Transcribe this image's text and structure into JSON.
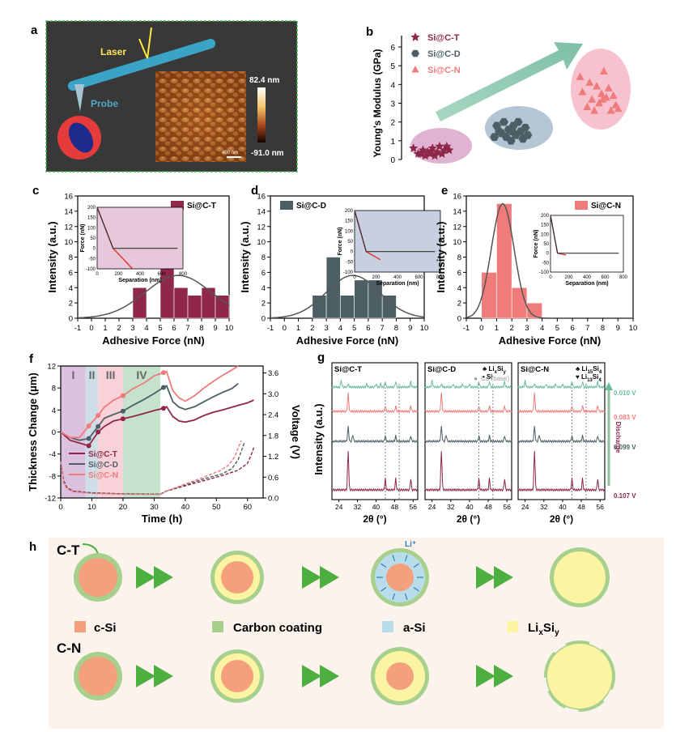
{
  "colors": {
    "t": "#8e2748",
    "d": "#4b5f64",
    "n": "#ef7b7b",
    "ltgreen": "#a8d08d",
    "orange": "#f4a07c",
    "yellow": "#fdf4a3",
    "blue": "#b9dcea",
    "arrow": "#4caf3f"
  },
  "panel_a": {
    "label": "a",
    "laser": "Laser",
    "probe": "Probe",
    "cbar_max": "82.4 nm",
    "cbar_min": "-91.0 nm",
    "scale": "400 nm"
  },
  "panel_h": {
    "label": "h",
    "row1": "C-T",
    "row2": "C-N",
    "li": "Li⁺",
    "legend": [
      "c-Si",
      "Carbon coating",
      "a-Si"
    ],
    "legend_lixsiy": {
      "base": "Li",
      "x": "x",
      "mid": "Si",
      "y": "y"
    }
  },
  "chart_data": [
    {
      "id": "b",
      "label": "b",
      "type": "scatter",
      "ylabel": "Young's Modulus (GPa)",
      "ylim": [
        0,
        6
      ],
      "yticks": [
        "0",
        "1",
        "2",
        "3",
        "4",
        "5",
        "6"
      ],
      "series": [
        {
          "name": "Si@C-T",
          "marker": "star",
          "color": "#8e2748",
          "points": [
            [
              0.5,
              0.6
            ],
            [
              0.7,
              0.3
            ],
            [
              0.9,
              0.5
            ],
            [
              1.0,
              0.2
            ],
            [
              1.1,
              0.4
            ],
            [
              1.2,
              0.3
            ],
            [
              1.3,
              0.6
            ],
            [
              1.4,
              0.2
            ],
            [
              1.5,
              0.4
            ],
            [
              1.6,
              0.7
            ],
            [
              1.7,
              0.3
            ],
            [
              1.8,
              0.5
            ],
            [
              1.9,
              0.7
            ],
            [
              2.0,
              0.5
            ],
            [
              0.8,
              0.3
            ],
            [
              1.25,
              0.45
            ]
          ]
        },
        {
          "name": "Si@C-D",
          "marker": "hexagon",
          "color": "#4b5f64",
          "points": [
            [
              3.9,
              1.2
            ],
            [
              4.0,
              1.8
            ],
            [
              4.2,
              1.4
            ],
            [
              4.3,
              2.0
            ],
            [
              4.4,
              1.2
            ],
            [
              4.5,
              1.6
            ],
            [
              4.6,
              1.0
            ],
            [
              4.7,
              1.8
            ],
            [
              4.8,
              1.3
            ],
            [
              4.9,
              2.0
            ],
            [
              5.0,
              1.5
            ],
            [
              5.1,
              1.1
            ],
            [
              5.2,
              1.7
            ],
            [
              5.3,
              1.3
            ],
            [
              4.1,
              1.5
            ],
            [
              4.65,
              1.5
            ]
          ]
        },
        {
          "name": "Si@C-N",
          "marker": "triangle",
          "color": "#ef7b7b",
          "points": [
            [
              7.5,
              4.4
            ],
            [
              7.6,
              3.6
            ],
            [
              7.8,
              2.8
            ],
            [
              7.9,
              4.1
            ],
            [
              8.0,
              3.2
            ],
            [
              8.2,
              3.9
            ],
            [
              8.3,
              3.0
            ],
            [
              8.4,
              3.5
            ],
            [
              8.5,
              4.7
            ],
            [
              8.6,
              3.3
            ],
            [
              8.7,
              3.8
            ],
            [
              8.8,
              2.6
            ],
            [
              8.9,
              3.4
            ],
            [
              9.0,
              2.9
            ],
            [
              9.1,
              2.7
            ],
            [
              8.1,
              2.6
            ],
            [
              8.45,
              3.2
            ]
          ]
        }
      ]
    },
    {
      "id": "c",
      "label": "c",
      "type": "bar",
      "legend": "Si@C-T",
      "color": "#8e2748",
      "xlabel": "Adhesive Force (nN)",
      "ylabel": "Intensity (a.u.)",
      "xlim": [
        -1,
        10
      ],
      "ylim": [
        0,
        16
      ],
      "xticks": [
        "-1",
        "0",
        "1",
        "2",
        "3",
        "4",
        "5",
        "6",
        "7",
        "8",
        "9",
        "10"
      ],
      "yticks": [
        "0",
        "2",
        "4",
        "6",
        "8",
        "10",
        "12",
        "14",
        "16"
      ],
      "bins": [
        3.5,
        4.5,
        5.5,
        6.5,
        7.5,
        8.5,
        9.5
      ],
      "values": [
        4,
        0,
        9,
        4,
        3,
        4,
        3
      ],
      "fit_peak": 5.6,
      "fit_center": 6.3,
      "fit_sigma": 2.4,
      "inset": {
        "xlabel": "Separation (nm)",
        "ylabel": "Force (nN)",
        "xticks": [
          "0",
          "200",
          "400",
          "600",
          "800"
        ],
        "yticks": [
          "200",
          "150",
          "100",
          "50",
          "0",
          "-50",
          "-100"
        ],
        "bg": "#e6c8da",
        "jump": 330,
        "min": -100
      }
    },
    {
      "id": "d",
      "label": "d",
      "type": "bar",
      "legend": "Si@C-D",
      "color": "#4b5f64",
      "xlabel": "Adhesive Force (nN)",
      "ylabel": "Intensity (a.u.)",
      "xlim": [
        -1,
        10
      ],
      "ylim": [
        0,
        16
      ],
      "xticks": [
        "-1",
        "0",
        "1",
        "2",
        "3",
        "4",
        "5",
        "6",
        "7",
        "8",
        "9",
        "10"
      ],
      "yticks": [
        "0",
        "2",
        "4",
        "6",
        "8",
        "10",
        "12",
        "14",
        "16"
      ],
      "bins": [
        2.5,
        3.5,
        4.5,
        5.5,
        6.5,
        7.5
      ],
      "values": [
        3,
        8,
        3,
        5,
        5,
        3
      ],
      "fit_peak": 5.6,
      "fit_center": 4.9,
      "fit_sigma": 1.9,
      "inset": {
        "xlabel": "Separation (nm)",
        "ylabel": "Force (nN)",
        "xticks": [
          "0",
          "200",
          "400",
          "600",
          "800"
        ],
        "yticks": [
          "200",
          "150",
          "100",
          "50",
          "0",
          "-50",
          "-100"
        ],
        "bg": "#c7cfe0",
        "jump": 240,
        "min": -40
      }
    },
    {
      "id": "e",
      "label": "e",
      "type": "bar",
      "legend": "Si@C-N",
      "color": "#ef7b7b",
      "xlabel": "Adhesive Force (nN)",
      "ylabel": "Intensity (a.u.)",
      "xlim": [
        -1,
        10
      ],
      "ylim": [
        0,
        16
      ],
      "xticks": [
        "-1",
        "0",
        "1",
        "2",
        "3",
        "4",
        "5",
        "6",
        "7",
        "8",
        "9",
        "10"
      ],
      "yticks": [
        "0",
        "2",
        "4",
        "6",
        "8",
        "10",
        "12",
        "14",
        "16"
      ],
      "bins": [
        0.5,
        1.5,
        2.5,
        3.5
      ],
      "values": [
        6,
        15,
        4,
        2
      ],
      "fit_peak": 15,
      "fit_center": 1.4,
      "fit_sigma": 0.75,
      "inset": {
        "xlabel": "Separation (nm)",
        "ylabel": "Force (nN)",
        "xticks": [
          "0",
          "200",
          "400",
          "600",
          "800"
        ],
        "yticks": [
          "200",
          "150",
          "100",
          "50",
          "0",
          "-50",
          "-100"
        ],
        "bg": "#ffffff",
        "jump": 170,
        "min": -10
      }
    },
    {
      "id": "f",
      "label": "f",
      "type": "line",
      "xlabel": "Time (h)",
      "ylabel": "Thickness Change (μm)",
      "y2label": "Voltage (V)",
      "xlim": [
        0,
        65
      ],
      "ylim": [
        -12,
        12
      ],
      "y2lim": [
        0,
        3.8
      ],
      "xticks": [
        "0",
        "10",
        "20",
        "30",
        "40",
        "50",
        "60"
      ],
      "yticks": [
        "-12",
        "-10",
        "-8",
        "-6",
        "-4",
        "-2",
        "0",
        "2",
        "4",
        "6",
        "8",
        "10",
        "12"
      ],
      "y2ticks": [
        "0.0",
        "0.6",
        "1.2",
        "1.8",
        "2.4",
        "3.0",
        "3.6"
      ],
      "regions": [
        {
          "name": "I",
          "from": 0,
          "to": 8,
          "color": "#dcc0e0"
        },
        {
          "name": "II",
          "from": 8,
          "to": 12,
          "color": "#cfdde6"
        },
        {
          "name": "III",
          "from": 12,
          "to": 20,
          "color": "#f9d1d9"
        },
        {
          "name": "IV",
          "from": 20,
          "to": 32,
          "color": "#c5e3cc"
        }
      ],
      "series": [
        {
          "name": "Si@C-T",
          "color": "#8e2748",
          "thickness": [
            [
              0,
              0
            ],
            [
              3,
              -1.5
            ],
            [
              6,
              -2
            ],
            [
              9,
              -2.5
            ],
            [
              12,
              0
            ],
            [
              14,
              1
            ],
            [
              17,
              2
            ],
            [
              20,
              2.4
            ],
            [
              23,
              2.8
            ],
            [
              27,
              3.4
            ],
            [
              30,
              3.9
            ],
            [
              33,
              4.3
            ],
            [
              34,
              4.6
            ],
            [
              36,
              2.8
            ],
            [
              38,
              2
            ],
            [
              40,
              1.8
            ],
            [
              43,
              2.2
            ],
            [
              46,
              3
            ],
            [
              49,
              3.6
            ],
            [
              52,
              4
            ],
            [
              55,
              4.5
            ],
            [
              58,
              5
            ],
            [
              60,
              5.3
            ],
            [
              62,
              5.8
            ]
          ],
          "voltage": [
            [
              0,
              1.05
            ],
            [
              1,
              0.5
            ],
            [
              2,
              0.3
            ],
            [
              4,
              0.2
            ],
            [
              10,
              0.15
            ],
            [
              20,
              0.12
            ],
            [
              32,
              0.11
            ],
            [
              34,
              0.2
            ],
            [
              40,
              0.35
            ],
            [
              46,
              0.5
            ],
            [
              52,
              0.65
            ],
            [
              57,
              0.8
            ],
            [
              60,
              1.0
            ],
            [
              61,
              1.2
            ],
            [
              62,
              1.45
            ]
          ]
        },
        {
          "name": "Si@C-D",
          "color": "#4b5f64",
          "thickness": [
            [
              0,
              0
            ],
            [
              3,
              -1
            ],
            [
              6,
              -1.5
            ],
            [
              9,
              -1.2
            ],
            [
              12,
              1
            ],
            [
              14,
              2.5
            ],
            [
              17,
              3.2
            ],
            [
              20,
              3.8
            ],
            [
              23,
              4.8
            ],
            [
              27,
              6
            ],
            [
              30,
              7
            ],
            [
              33,
              8.1
            ],
            [
              34,
              8.4
            ],
            [
              36,
              5.5
            ],
            [
              38,
              4.5
            ],
            [
              40,
              4.1
            ],
            [
              43,
              4.6
            ],
            [
              46,
              5.5
            ],
            [
              49,
              6.4
            ],
            [
              52,
              7.2
            ],
            [
              55,
              7.9
            ],
            [
              57,
              8.8
            ]
          ],
          "voltage": [
            [
              0,
              1.05
            ],
            [
              1,
              0.45
            ],
            [
              2,
              0.28
            ],
            [
              4,
              0.19
            ],
            [
              10,
              0.14
            ],
            [
              20,
              0.12
            ],
            [
              32,
              0.11
            ],
            [
              34,
              0.2
            ],
            [
              40,
              0.38
            ],
            [
              46,
              0.55
            ],
            [
              52,
              0.7
            ],
            [
              55,
              0.85
            ],
            [
              57,
              1.1
            ],
            [
              58,
              1.35
            ],
            [
              59,
              1.6
            ]
          ]
        },
        {
          "name": "Si@C-N",
          "color": "#ef7b7b",
          "thickness": [
            [
              0,
              0
            ],
            [
              3,
              -1
            ],
            [
              6,
              -1
            ],
            [
              9,
              1.1
            ],
            [
              12,
              3
            ],
            [
              14,
              4.5
            ],
            [
              17,
              5.8
            ],
            [
              20,
              6.6
            ],
            [
              23,
              7.8
            ],
            [
              27,
              9
            ],
            [
              30,
              10.2
            ],
            [
              33,
              10.8
            ],
            [
              34,
              11
            ],
            [
              36,
              7.5
            ],
            [
              38,
              6.2
            ],
            [
              40,
              5.6
            ],
            [
              43,
              6.6
            ],
            [
              46,
              8
            ],
            [
              49,
              9.2
            ],
            [
              52,
              10.3
            ],
            [
              55,
              11.3
            ],
            [
              57,
              12
            ]
          ],
          "voltage": [
            [
              0,
              1.05
            ],
            [
              1,
              0.42
            ],
            [
              2,
              0.26
            ],
            [
              4,
              0.18
            ],
            [
              10,
              0.13
            ],
            [
              20,
              0.11
            ],
            [
              32,
              0.1
            ],
            [
              34,
              0.2
            ],
            [
              40,
              0.4
            ],
            [
              46,
              0.6
            ],
            [
              51,
              0.78
            ],
            [
              54,
              0.95
            ],
            [
              56,
              1.2
            ],
            [
              57,
              1.45
            ],
            [
              58,
              1.65
            ]
          ]
        }
      ]
    },
    {
      "id": "g",
      "label": "g",
      "type": "line",
      "ylabel": "Intensity (a.u.)",
      "xlabel": "2θ (°)",
      "xlim": [
        21,
        58
      ],
      "xticks": [
        "24",
        "32",
        "40",
        "48",
        "56"
      ],
      "discharge": "Discharge",
      "cu_label": "Cu (base)",
      "voltages": [
        "0.010 V",
        "0.083 V",
        "0.099 V",
        "0.107 V"
      ],
      "voltage_colors": [
        "#6bbd9a",
        "#ef7b7b",
        "#4b5f64",
        "#8e2748"
      ],
      "subplots": [
        {
          "name": "Si@C-T",
          "legend": [],
          "peaks_top": [
            25,
            28,
            36,
            40,
            42
          ],
          "peaks_mid": [
            28
          ],
          "peaks_low": [
            28,
            30
          ],
          "peaks_bottom": [
            28
          ]
        },
        {
          "name": "Si@C-D",
          "legend": [
            {
              "sym": "♣",
              "base": "Li",
              "x": "x",
              "mid": "Si",
              "y": "y"
            },
            {
              "sym": "•",
              "text": "Si"
            }
          ],
          "peaks_top": [
            24,
            28,
            33,
            37,
            40
          ],
          "peaks_mid": [
            28
          ],
          "peaks_low": [
            28,
            30
          ],
          "peaks_bottom": [
            28
          ]
        },
        {
          "name": "Si@C-N",
          "legend": [
            {
              "sym": "♣",
              "base": "Li",
              "x": "15",
              "mid": "Si",
              "y": "4"
            },
            {
              "sym": "♥",
              "base": "Li",
              "x": "13",
              "mid": "Si",
              "y": "4"
            }
          ],
          "peaks_top": [
            24,
            28,
            33,
            37,
            40
          ],
          "peaks_mid": [
            28
          ],
          "peaks_low": [
            28,
            30
          ],
          "peaks_bottom": [
            28
          ]
        }
      ]
    }
  ]
}
